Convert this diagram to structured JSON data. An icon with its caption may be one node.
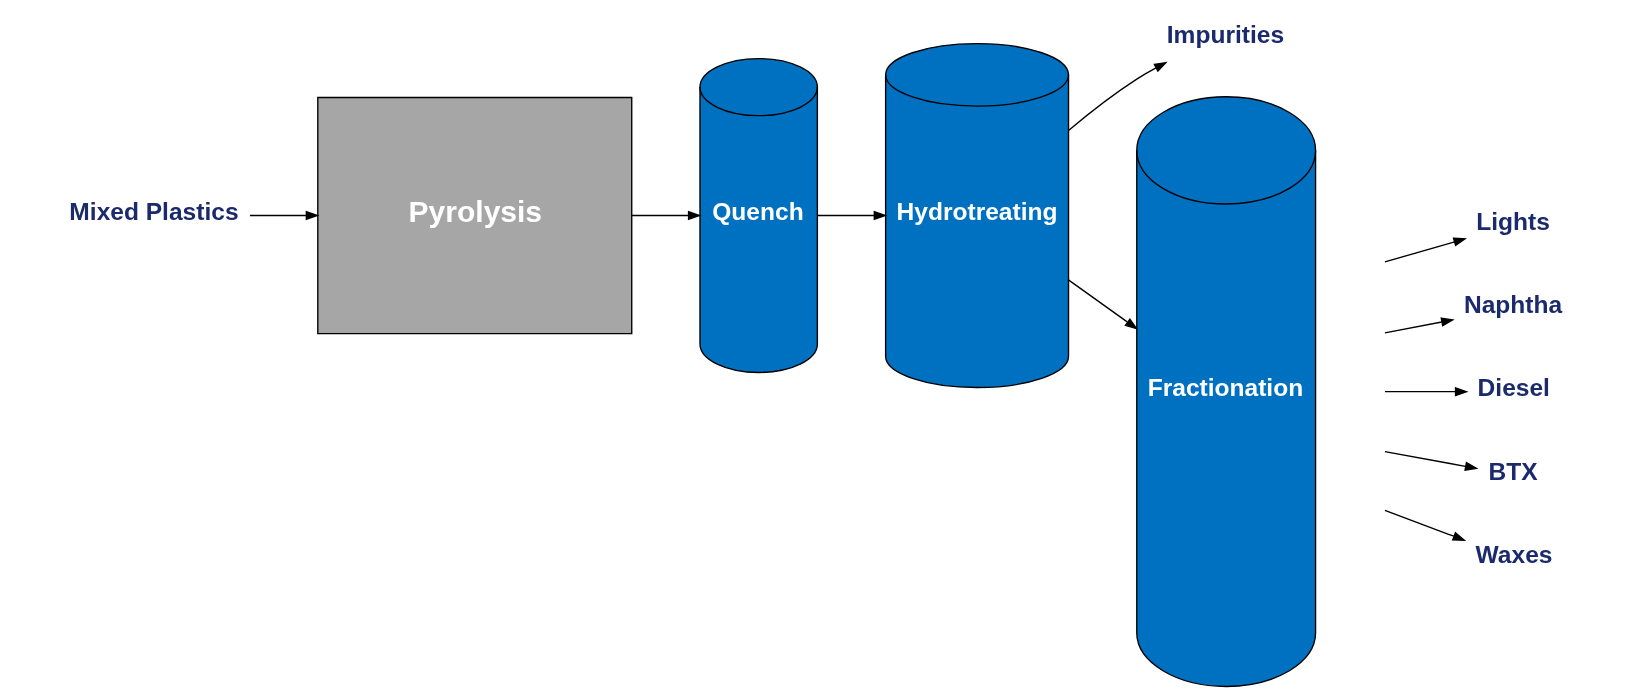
{
  "diagram": {
    "nodes": [
      {
        "text": [
          "Mixed Plastics"
        ]
      },
      {
        "text": [
          "Pyrolysis"
        ]
      },
      {
        "text": [
          "Quench"
        ]
      },
      {
        "text": [
          "Hydrotreating"
        ]
      },
      {
        "text": [
          "Impurities"
        ]
      },
      {
        "text": [
          "Fractionation"
        ]
      },
      {
        "text": [
          "Lights"
        ]
      },
      {
        "text": [
          "Naphtha"
        ]
      },
      {
        "text": [
          "Diesel"
        ]
      },
      {
        "text": [
          "BTX"
        ]
      },
      {
        "text": [
          "Waxes"
        ]
      }
    ],
    "edges": [
      {
        "from": 0,
        "to": 1,
        "arrow": "to"
      },
      {
        "from": 1,
        "to": 2,
        "arrow": "to"
      },
      {
        "from": 2,
        "to": 3,
        "arrow": "to"
      },
      {
        "from": 3,
        "to": 4,
        "arrow": "to"
      },
      {
        "from": 3,
        "to": 5,
        "arrow": "to"
      },
      {
        "from": null,
        "to": 6,
        "arrow": "to"
      },
      {
        "from": null,
        "to": 7,
        "arrow": "to"
      },
      {
        "from": null,
        "to": 8,
        "arrow": "to"
      },
      {
        "from": null,
        "to": 9,
        "arrow": "to"
      },
      {
        "from": null,
        "to": 10,
        "arrow": "to"
      }
    ]
  }
}
